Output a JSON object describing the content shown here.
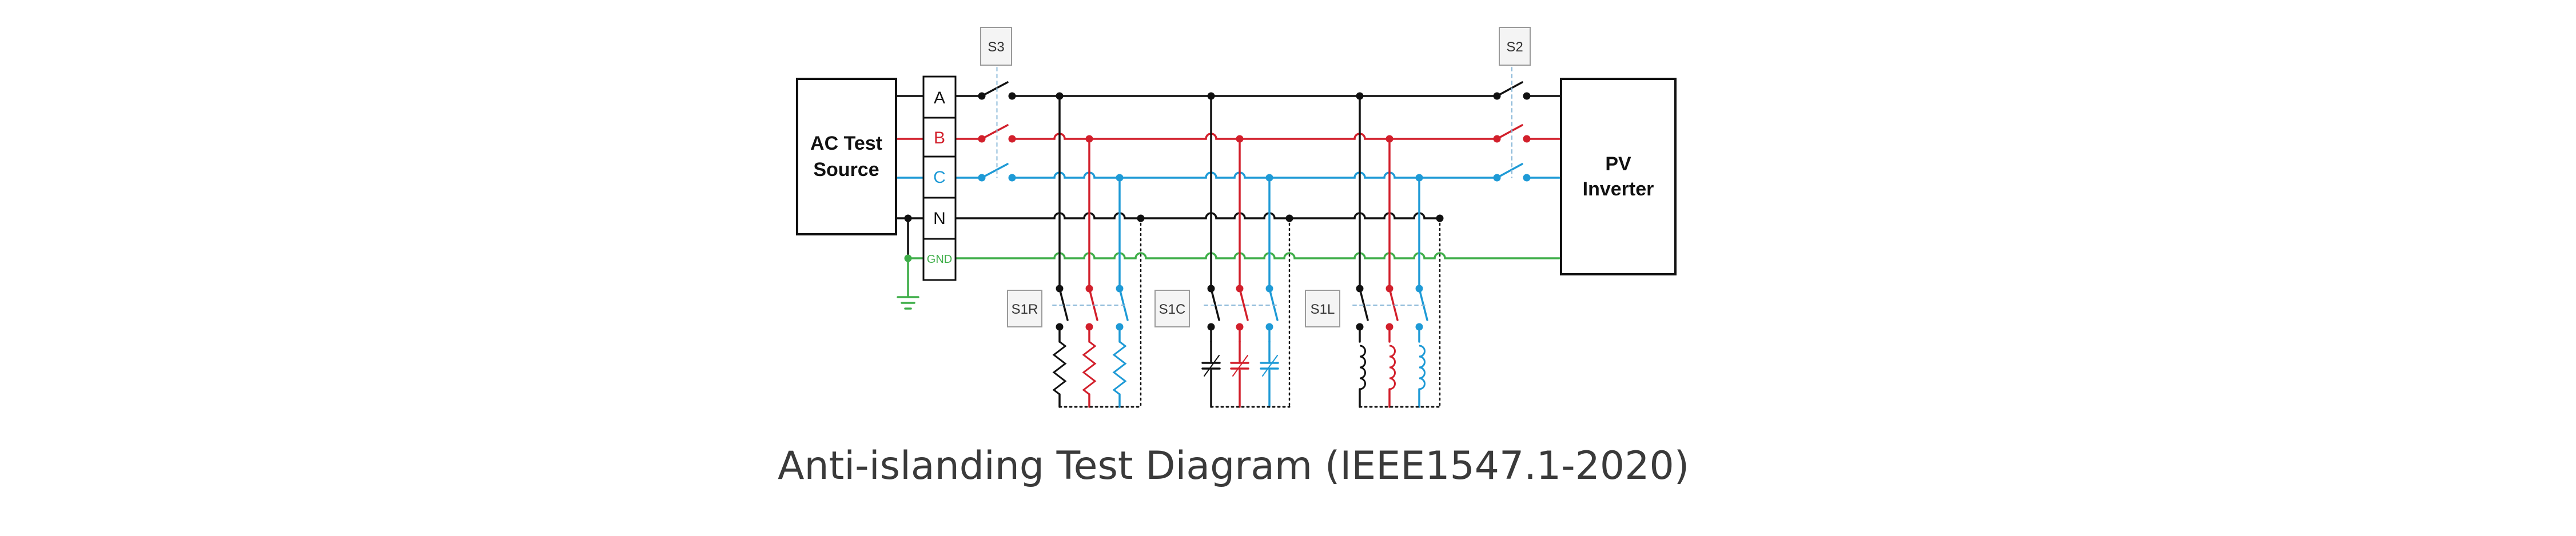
{
  "blocks": {
    "source_line1": "AC Test",
    "source_line2": "Source",
    "inverter_line1": "PV",
    "inverter_line2": "Inverter"
  },
  "terminals": [
    "A",
    "B",
    "C",
    "N",
    "GND"
  ],
  "switches": {
    "s3": "S3",
    "s2": "S2",
    "s1r": "S1R",
    "s1c": "S1C",
    "s1l": "S1L"
  },
  "title": "Anti-islanding Test Diagram (IEEE1547.1-2020)",
  "colors": {
    "phase_a": "#111111",
    "phase_b": "#d21f2b",
    "phase_c": "#1e9ad6",
    "neutral": "#111111",
    "ground": "#3fae49",
    "dashed": "#8ab8d8",
    "box_fill": "#f4f4f4",
    "box_border": "#9a9a9a",
    "title_text": "#3a3a3a"
  },
  "icons": [
    "ground-symbol-icon",
    "resistor-icon",
    "capacitor-icon",
    "inductor-icon",
    "switch-icon"
  ]
}
